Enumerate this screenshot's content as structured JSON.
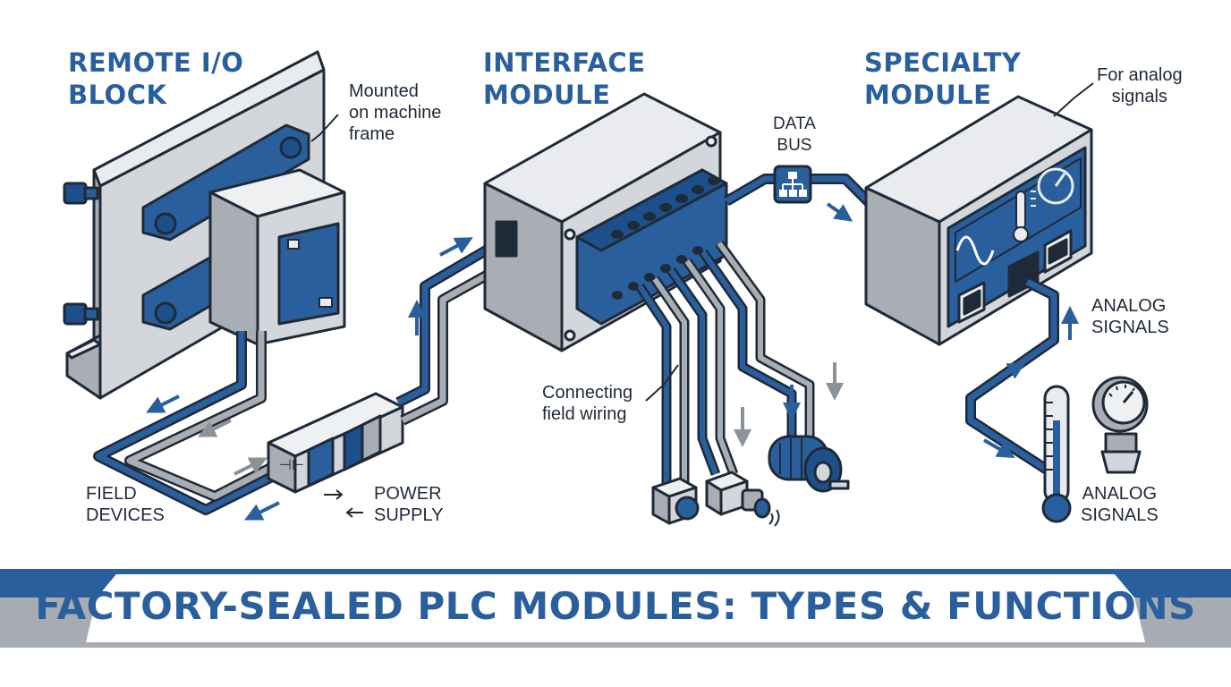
{
  "headings": {
    "remote_io": [
      "REMOTE I/O",
      "BLOCK"
    ],
    "interface": [
      "INTERFACE",
      "MODULE"
    ],
    "specialty": [
      "SPECIALTY",
      "MODULE"
    ]
  },
  "labels": {
    "mounted": [
      "Mounted",
      "on machine",
      "frame"
    ],
    "data_bus": [
      "DATA",
      "BUS"
    ],
    "analog_note": [
      "For analog",
      "signals"
    ],
    "analog_signals_upper": [
      "ANALOG",
      "SIGNALS"
    ],
    "analog_signals_lower": [
      "ANALOG",
      "SIGNALS"
    ],
    "connecting_wiring": [
      "Connecting",
      "field wiring"
    ],
    "field_devices": [
      "FIELD",
      "DEVICES"
    ],
    "power_supply": [
      "POWER",
      "SUPPLY"
    ]
  },
  "banner": {
    "title": "FACTORY-SEALED PLC MODULES: TYPES & FUNCTIONS"
  },
  "colors": {
    "blue": "#2a5f9e",
    "dark_blue": "#1d4f8a",
    "grey_module": "#d3d6da",
    "grey_side": "#8c9299",
    "outline": "#1f2a38",
    "banner_grey": "#a7acb2"
  },
  "icons": [
    "network-icon",
    "sine-wave-icon",
    "thermometer-icon",
    "gauge-icon",
    "motor-icon",
    "sensor-icon"
  ]
}
